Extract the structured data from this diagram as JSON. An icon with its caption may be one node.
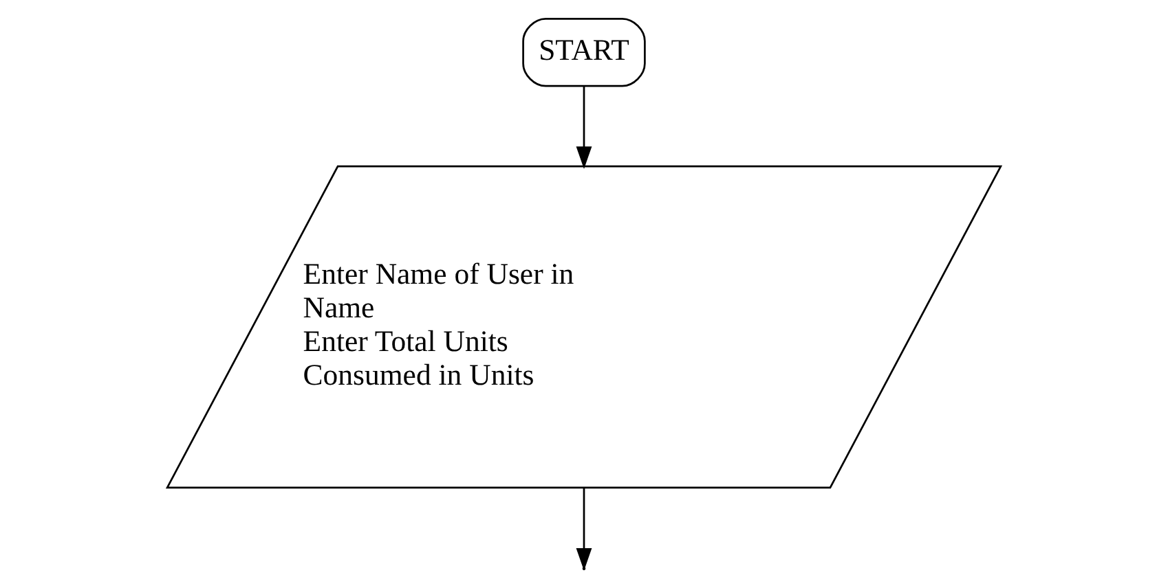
{
  "diagram": {
    "nodes": [
      {
        "text": [
          "START"
        ]
      },
      {
        "text": [
          "Enter Name of User in Name",
          "Enter Total Units Consumed in Units"
        ]
      }
    ],
    "edges": [
      {
        "from": 0,
        "to": 1,
        "arrow": "to"
      },
      {
        "from": 1,
        "to": null,
        "arrow": "to"
      }
    ]
  }
}
